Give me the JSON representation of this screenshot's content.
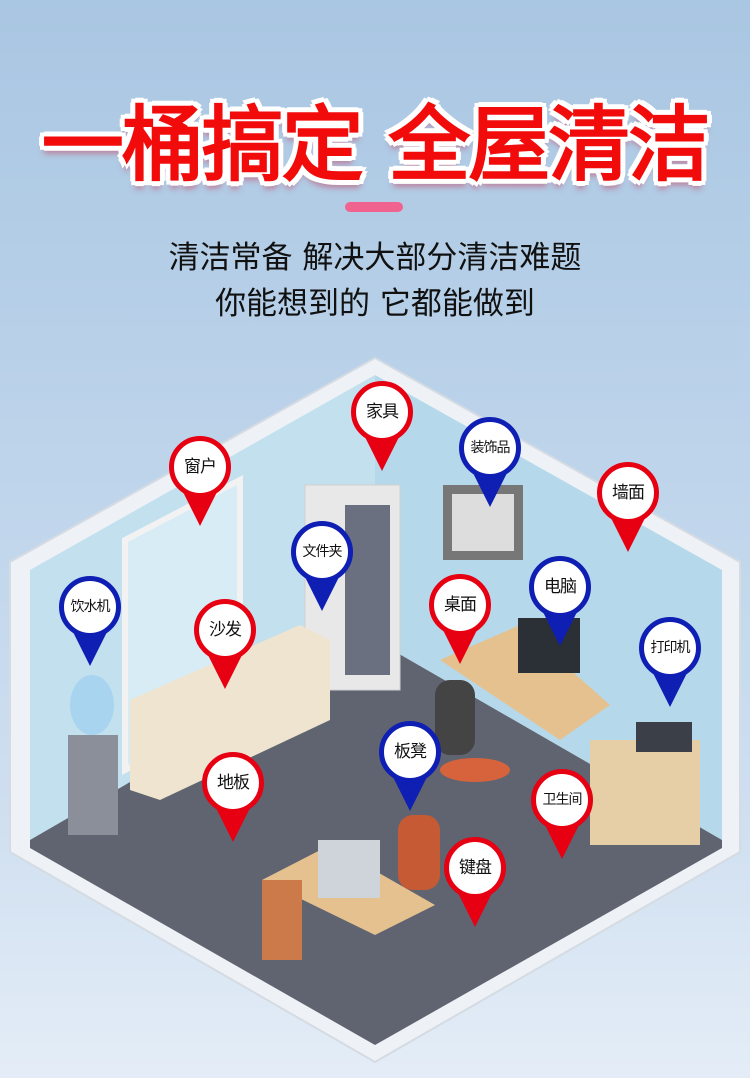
{
  "headline": "一桶搞定 全屋清洁",
  "subtitle_line1": "清洁常备 解决大部分清洁难题",
  "subtitle_line2": "你能想到的 它都能做到",
  "colors": {
    "red": "#e60012",
    "blue": "#0f1fb4",
    "headline": "#f20b0b",
    "accent_bar": "#f0638f"
  },
  "pins": [
    {
      "label": "家具",
      "color": "red"
    },
    {
      "label": "窗户",
      "color": "red"
    },
    {
      "label": "装饰品",
      "color": "blue"
    },
    {
      "label": "墙面",
      "color": "red"
    },
    {
      "label": "文件夹",
      "color": "blue"
    },
    {
      "label": "饮水机",
      "color": "blue"
    },
    {
      "label": "桌面",
      "color": "red"
    },
    {
      "label": "电脑",
      "color": "blue"
    },
    {
      "label": "沙发",
      "color": "red"
    },
    {
      "label": "打印机",
      "color": "blue"
    },
    {
      "label": "板凳",
      "color": "blue"
    },
    {
      "label": "地板",
      "color": "red"
    },
    {
      "label": "卫生间",
      "color": "red"
    },
    {
      "label": "键盘",
      "color": "red"
    }
  ]
}
